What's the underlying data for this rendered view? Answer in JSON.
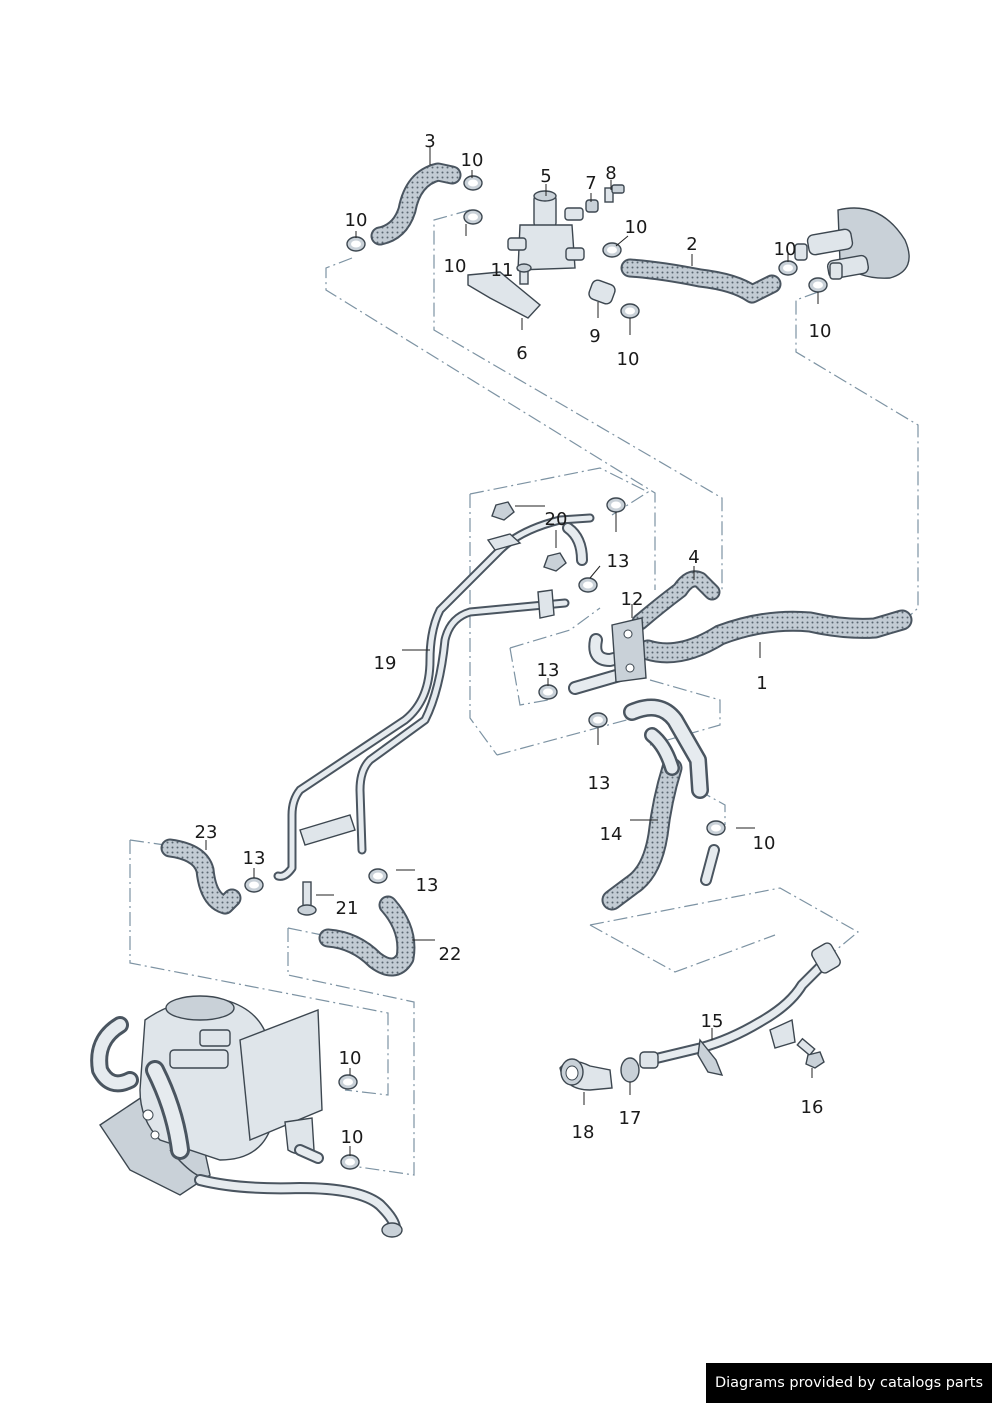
{
  "diagram": {
    "callouts": [
      "1",
      "2",
      "3",
      "4",
      "5",
      "6",
      "7",
      "8",
      "9",
      "10",
      "11",
      "12",
      "13",
      "14",
      "15",
      "16",
      "17",
      "18",
      "19",
      "20",
      "21",
      "22",
      "23"
    ],
    "colors": {
      "hose_fill": "#c3ccd4",
      "hose_outline": "#4a5560",
      "pipe_fill": "#e6ebef",
      "dashed_line": "#7d93a3",
      "label_text": "#1a1a1a"
    }
  },
  "watermark": {
    "text": "Diagrams provided by catalogs parts"
  }
}
